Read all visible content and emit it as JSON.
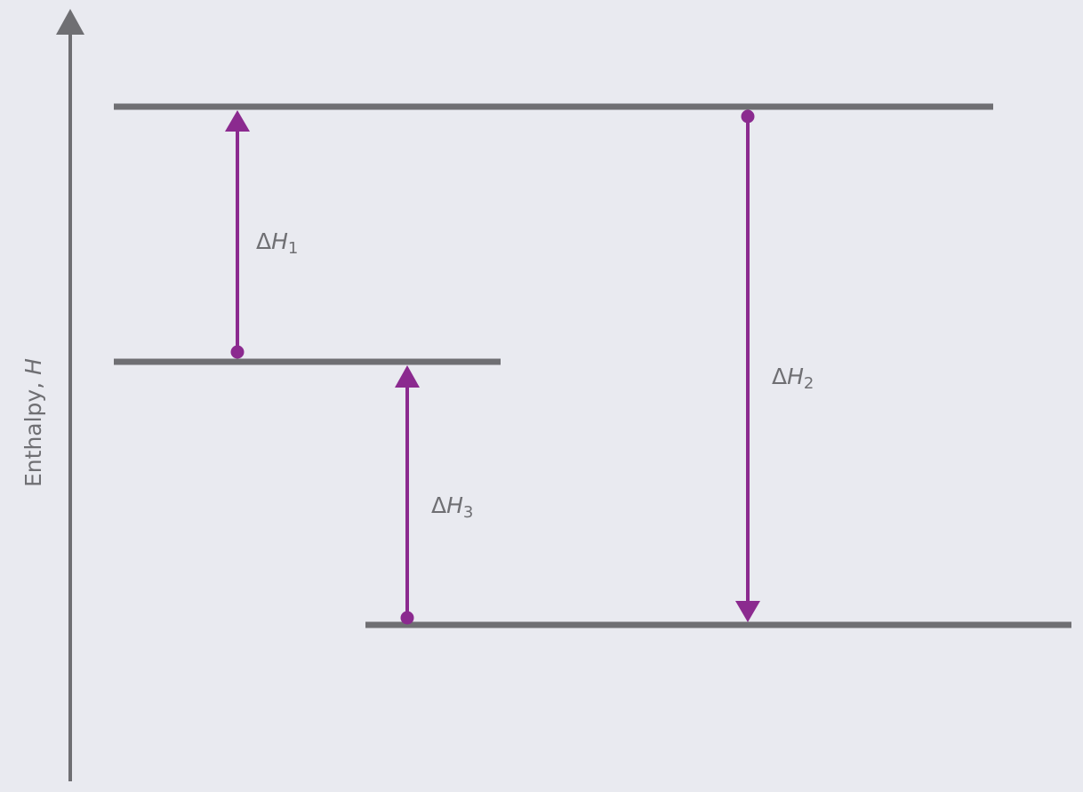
{
  "axis": {
    "label_text": "Enthalpy, ",
    "label_symbol": "H"
  },
  "arrows": [
    {
      "name": "delta-h1",
      "delta": "Δ",
      "symbol": "H",
      "subscript": "1",
      "direction": "up"
    },
    {
      "name": "delta-h2",
      "delta": "Δ",
      "symbol": "H",
      "subscript": "2",
      "direction": "down"
    },
    {
      "name": "delta-h3",
      "delta": "Δ",
      "symbol": "H",
      "subscript": "3",
      "direction": "up"
    }
  ],
  "colors": {
    "background": "#e9eaf0",
    "level": "#6f6f73",
    "arrow": "#8b2a8f",
    "text": "#6f6f73"
  }
}
